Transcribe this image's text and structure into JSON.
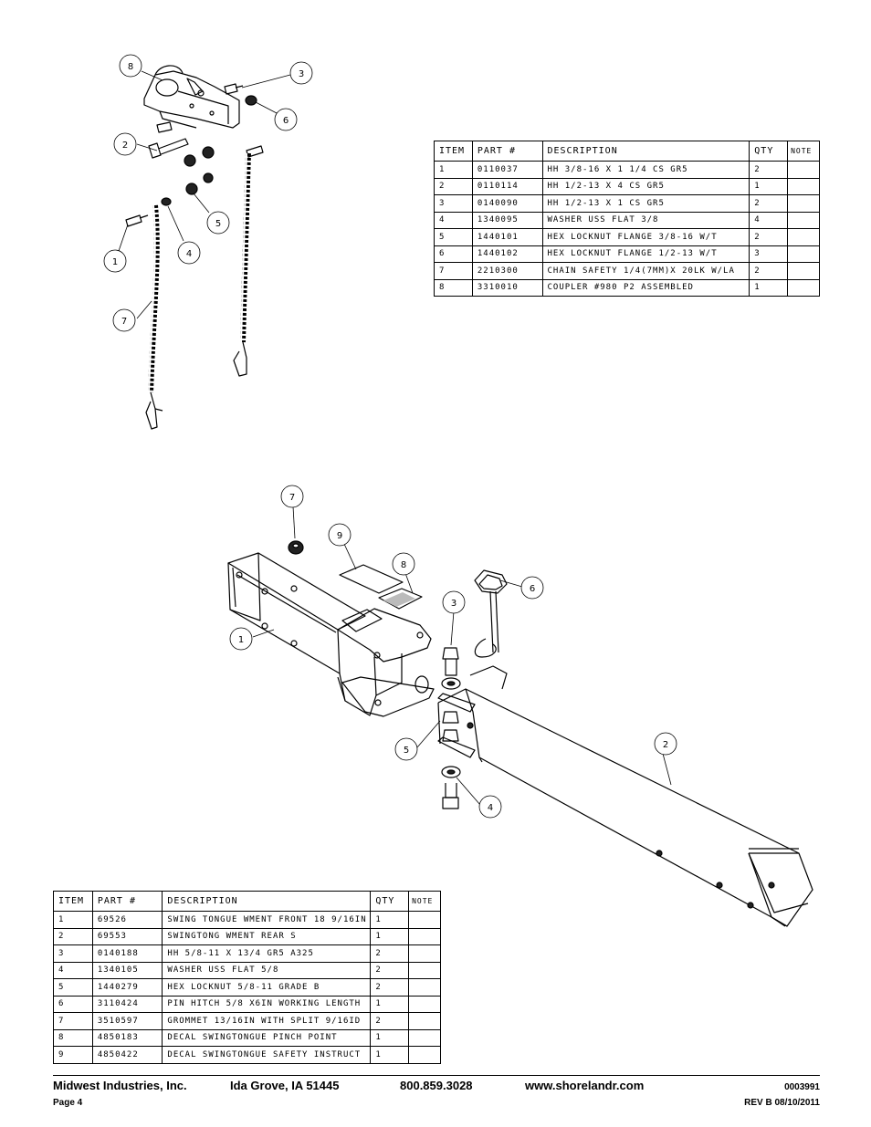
{
  "upper_callouts": [
    "8",
    "3",
    "6",
    "2",
    "5",
    "4",
    "1",
    "7"
  ],
  "lower_callouts": [
    "7",
    "9",
    "8",
    "6",
    "3",
    "1",
    "2",
    "5",
    "4"
  ],
  "table_top": {
    "headers": [
      "ITEM",
      "PART #",
      "DESCRIPTION",
      "QTY",
      "NOTE"
    ],
    "rows": [
      [
        "1",
        "0110037",
        "HH 3/8-16 X 1 1/4 CS GR5",
        "2",
        ""
      ],
      [
        "2",
        "0110114",
        "HH 1/2-13 X 4 CS GR5",
        "1",
        ""
      ],
      [
        "3",
        "0140090",
        "HH 1/2-13 X 1 CS GR5",
        "2",
        ""
      ],
      [
        "4",
        "1340095",
        "WASHER USS FLAT 3/8",
        "4",
        ""
      ],
      [
        "5",
        "1440101",
        "HEX LOCKNUT FLANGE 3/8-16 W/T",
        "2",
        ""
      ],
      [
        "6",
        "1440102",
        "HEX LOCKNUT FLANGE 1/2-13 W/T",
        "3",
        ""
      ],
      [
        "7",
        "2210300",
        "CHAIN SAFETY 1/4(7MM)X 20LK W/LA",
        "2",
        ""
      ],
      [
        "8",
        "3310010",
        "COUPLER #980 P2 ASSEMBLED",
        "1",
        ""
      ]
    ]
  },
  "table_bottom": {
    "headers": [
      "ITEM",
      "PART #",
      "DESCRIPTION",
      "QTY",
      "NOTE"
    ],
    "rows": [
      [
        "1",
        "69526",
        "SWING TONGUE WMENT FRONT 18 9/16IN",
        "1",
        ""
      ],
      [
        "2",
        "69553",
        "SWINGTONG WMENT REAR S",
        "1",
        ""
      ],
      [
        "3",
        "0140188",
        "HH 5/8-11 X 13/4  GR5 A325",
        "2",
        ""
      ],
      [
        "4",
        "1340105",
        "WASHER USS FLAT 5/8",
        "2",
        ""
      ],
      [
        "5",
        "1440279",
        "HEX LOCKNUT 5/8-11 GRADE B",
        "2",
        ""
      ],
      [
        "6",
        "3110424",
        "PIN HITCH 5/8 X6IN WORKING LENGTH",
        "1",
        ""
      ],
      [
        "7",
        "3510597",
        "GROMMET 13/16IN  WITH SPLIT 9/16ID",
        "2",
        ""
      ],
      [
        "8",
        "4850183",
        "DECAL SWINGTONGUE PINCH POINT",
        "1",
        ""
      ],
      [
        "9",
        "4850422",
        "DECAL SWINGTONGUE SAFETY INSTRUCT",
        "1",
        ""
      ]
    ]
  },
  "footer": {
    "company": "Midwest Industries, Inc.",
    "city": "Ida Grove, IA  51445",
    "phone": "800.859.3028",
    "website": "www.shorelandr.com",
    "doc_number": "0003991",
    "page": "Page 4",
    "revision": "REV B  08/10/2011"
  }
}
